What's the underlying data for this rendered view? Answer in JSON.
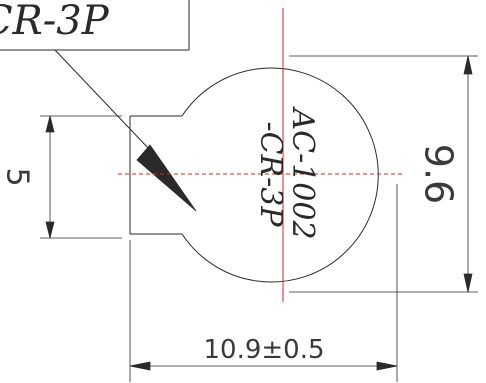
{
  "callout": {
    "text": "CR-3P"
  },
  "marking": {
    "line1": "AC-1002",
    "line2": "-CR-3P"
  },
  "dimensions": {
    "height_side": "5",
    "diameter": "9.6",
    "width": "10.9±0.5"
  }
}
